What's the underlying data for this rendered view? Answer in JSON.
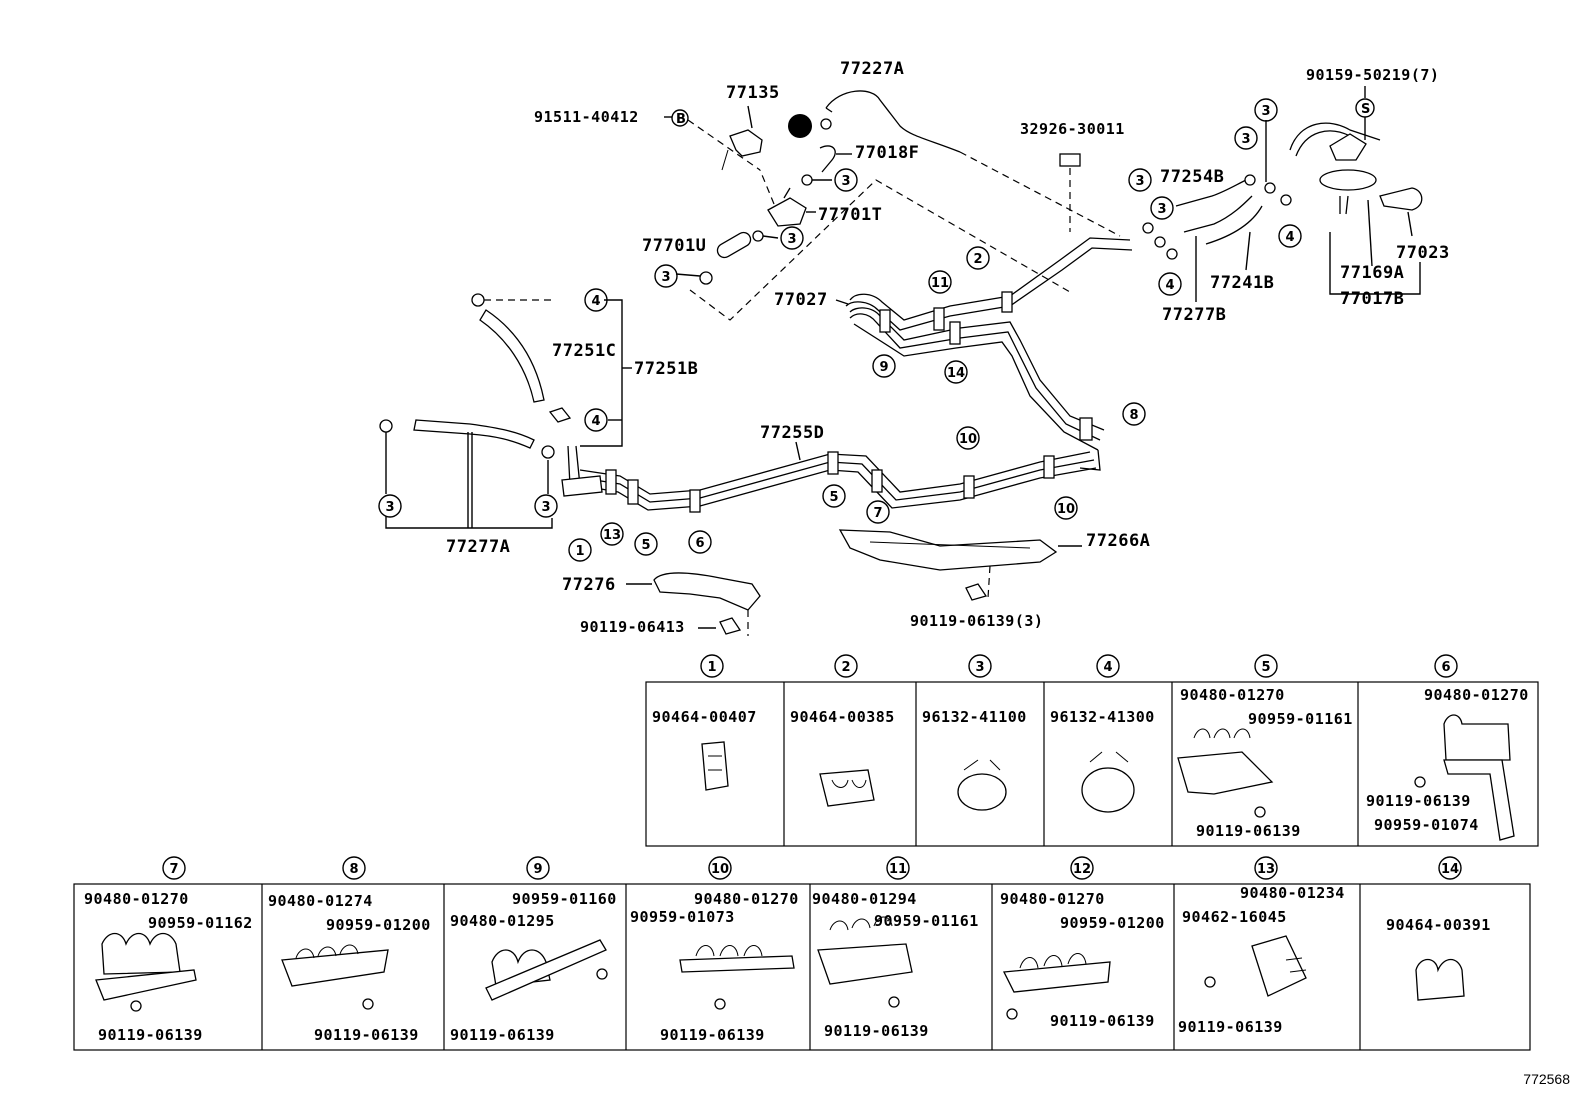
{
  "labels": {
    "l_77227A": "77227A",
    "l_77135": "77135",
    "l_91511": "91511-40412",
    "l_B": "B",
    "l_77018F": "77018F",
    "l_77701T": "77701T",
    "l_77701U": "77701U",
    "l_32926": "32926-30011",
    "l_90159": "90159-50219(7)",
    "l_S": "S",
    "l_77254B": "77254B",
    "l_77023": "77023",
    "l_77169A": "77169A",
    "l_77017B": "77017B",
    "l_77241B": "77241B",
    "l_77277B": "77277B",
    "l_77027": "77027",
    "l_77251C": "77251C",
    "l_77251B": "77251B",
    "l_77255D": "77255D",
    "l_77277A": "77277A",
    "l_77276": "77276",
    "l_90119_06413": "90119-06413",
    "l_77266A": "77266A",
    "l_90119_06139_3": "90119-06139(3)",
    "ref_code": "772568"
  },
  "callout_numbers": [
    "1",
    "2",
    "3",
    "4",
    "5",
    "6",
    "7",
    "8",
    "9",
    "10",
    "11",
    "12",
    "13",
    "14"
  ],
  "detail_boxes": {
    "b1": {
      "num": "1",
      "parts": [
        "90464-00407"
      ]
    },
    "b2": {
      "num": "2",
      "parts": [
        "90464-00385"
      ]
    },
    "b3": {
      "num": "3",
      "parts": [
        "96132-41100"
      ]
    },
    "b4": {
      "num": "4",
      "parts": [
        "96132-41300"
      ]
    },
    "b5": {
      "num": "5",
      "parts": [
        "90480-01270",
        "90959-01161",
        "90119-06139"
      ]
    },
    "b6": {
      "num": "6",
      "parts": [
        "90480-01270",
        "90119-06139",
        "90959-01074"
      ]
    },
    "b7": {
      "num": "7",
      "parts": [
        "90480-01270",
        "90959-01162",
        "90119-06139"
      ]
    },
    "b8": {
      "num": "8",
      "parts": [
        "90480-01274",
        "90959-01200",
        "90119-06139"
      ]
    },
    "b9": {
      "num": "9",
      "parts": [
        "90959-01160",
        "90480-01295",
        "90119-06139"
      ]
    },
    "b10": {
      "num": "10",
      "parts": [
        "90480-01270",
        "90959-01073",
        "90119-06139"
      ]
    },
    "b11": {
      "num": "11",
      "parts": [
        "90480-01294",
        "90959-01161",
        "90119-06139"
      ]
    },
    "b12": {
      "num": "12",
      "parts": [
        "90480-01270",
        "90959-01200",
        "90119-06139"
      ]
    },
    "b13": {
      "num": "13",
      "parts": [
        "90480-01234",
        "90462-16045",
        "90119-06139"
      ]
    },
    "b14": {
      "num": "14",
      "parts": [
        "90464-00391"
      ]
    }
  }
}
